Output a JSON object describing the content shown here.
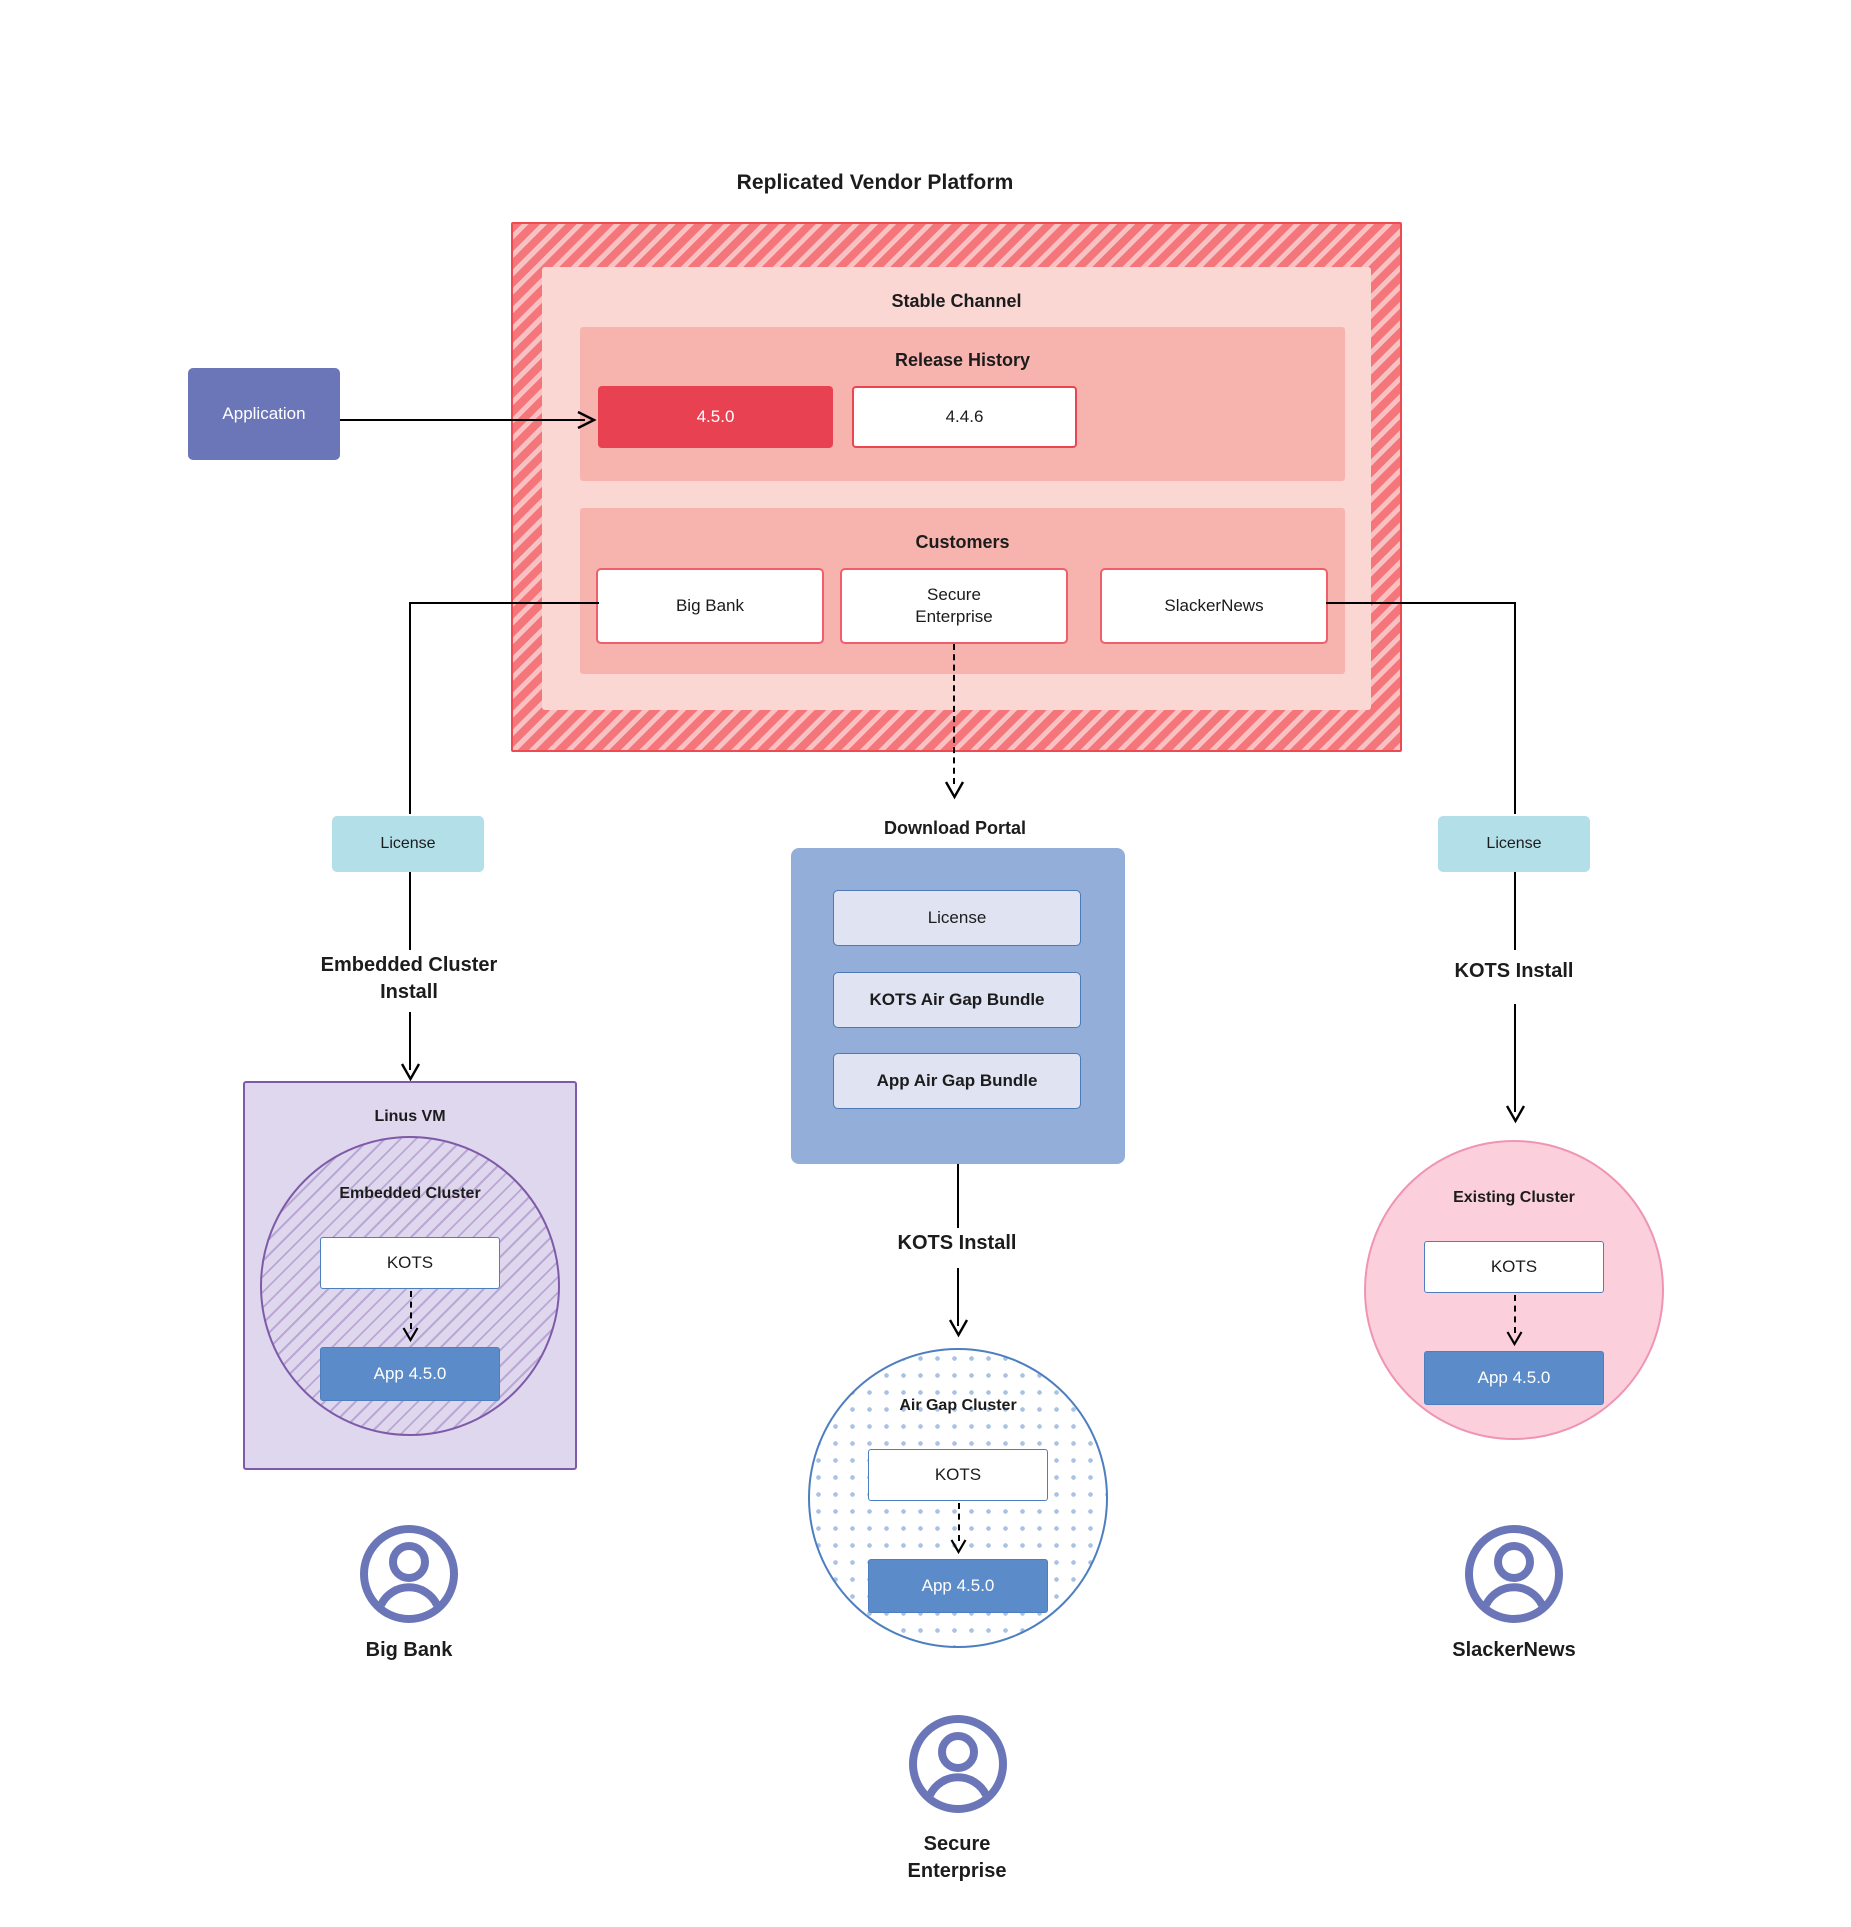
{
  "diagram": {
    "title": "Replicated Vendor Platform",
    "app_node": {
      "label": "Application"
    },
    "channel": {
      "title": "Stable Channel",
      "release_history": {
        "title": "Release History",
        "releases": [
          {
            "version": "4.5.0",
            "state": "current"
          },
          {
            "version": "4.4.6",
            "state": "previous"
          }
        ]
      },
      "customers_panel": {
        "title": "Customers",
        "customers": [
          {
            "name": "Big Bank"
          },
          {
            "name": "Secure\nEnterprise"
          },
          {
            "name": "SlackerNews"
          }
        ]
      }
    },
    "left_flow": {
      "license_label": "License",
      "install_label": "Embedded Cluster\nInstall",
      "vm_title": "Linus VM",
      "cluster_title": "Embedded Cluster",
      "kots_label": "KOTS",
      "app_label": "App 4.5.0",
      "customer_label": "Big Bank",
      "avatar_icon": "user-avatar-icon"
    },
    "center_flow": {
      "portal_title": "Download  Portal",
      "portal_items": [
        {
          "label": "License"
        },
        {
          "label": "KOTS Air Gap Bundle"
        },
        {
          "label": "App Air Gap Bundle"
        }
      ],
      "install_label": "KOTS Install",
      "cluster_title": "Air Gap Cluster",
      "kots_label": "KOTS",
      "app_label": "App 4.5.0",
      "customer_label": "Secure\nEnterprise",
      "avatar_icon": "user-avatar-icon"
    },
    "right_flow": {
      "license_label": "License",
      "install_label": "KOTS Install",
      "cluster_title": "Existing Cluster",
      "kots_label": "KOTS",
      "app_label": "App 4.5.0",
      "customer_label": "SlackerNews",
      "avatar_icon": "user-avatar-icon"
    },
    "colors": {
      "vendor_border": "#ef4a52",
      "vendor_fill": "#f4767a",
      "channel_fill": "#fbd7d4",
      "subpanel_fill": "#f7b3ae",
      "release_current": "#e84252",
      "customer_border": "#ef5f6b",
      "license_chip": "#b2dfe8",
      "portal_panel": "#93aed8",
      "portal_item": "#dfe3f2",
      "vm_fill": "#ded7ee",
      "vm_border": "#7e5aa8",
      "airgap_border": "#4d7fc0",
      "existing_fill": "#fbcfdc",
      "existing_border": "#f094b4",
      "app_box": "#5b8bc9",
      "app_node": "#6b76b8",
      "avatar": "#6b76b8"
    }
  }
}
